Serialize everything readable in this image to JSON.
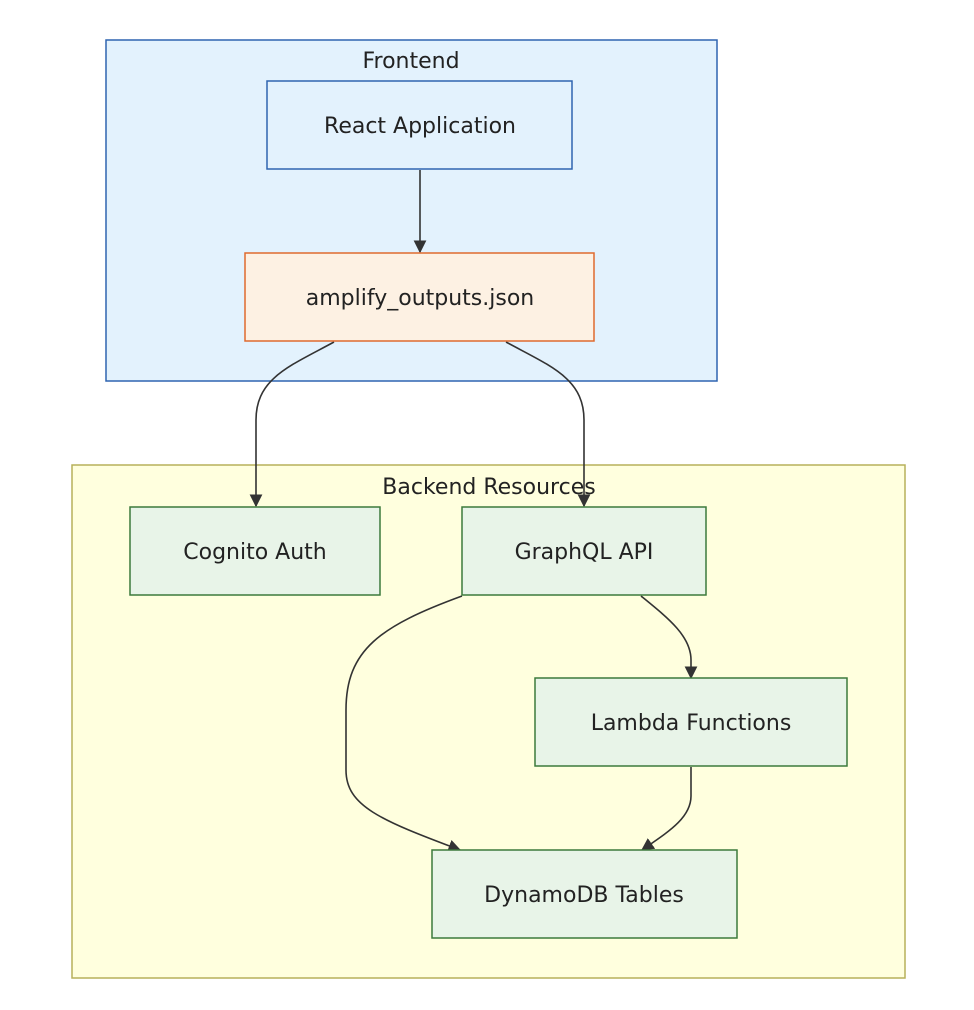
{
  "groups": {
    "frontend": {
      "title": "Frontend"
    },
    "backend": {
      "title": "Backend Resources"
    }
  },
  "nodes": {
    "react_app": {
      "label": "React Application"
    },
    "amplify_outputs": {
      "label": "amplify_outputs.json"
    },
    "cognito": {
      "label": "Cognito Auth"
    },
    "graphql": {
      "label": "GraphQL API"
    },
    "lambda": {
      "label": "Lambda Functions"
    },
    "dynamodb": {
      "label": "DynamoDB Tables"
    }
  },
  "edges": [
    {
      "from": "React Application",
      "to": "amplify_outputs.json"
    },
    {
      "from": "amplify_outputs.json",
      "to": "Cognito Auth"
    },
    {
      "from": "amplify_outputs.json",
      "to": "GraphQL API"
    },
    {
      "from": "GraphQL API",
      "to": "Lambda Functions"
    },
    {
      "from": "GraphQL API",
      "to": "DynamoDB Tables"
    },
    {
      "from": "Lambda Functions",
      "to": "DynamoDB Tables"
    }
  ],
  "colors": {
    "frontend_fill": "#e3f2fd",
    "frontend_stroke": "#2f64b0",
    "backend_fill": "#ffffde",
    "backend_stroke": "#b7b15a",
    "config_fill": "#fdf1e3",
    "config_stroke": "#df6a2e",
    "resource_fill": "#e8f4e8",
    "resource_stroke": "#3c7a3c",
    "edge": "#333333"
  }
}
